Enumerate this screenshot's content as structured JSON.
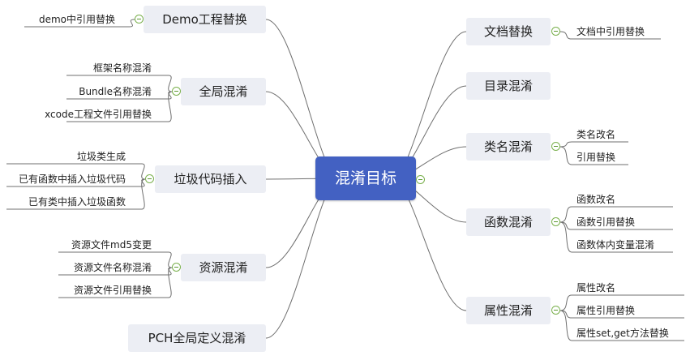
{
  "root": {
    "label": "混淆目标"
  },
  "left_branches": [
    {
      "label": "Demo工程替换",
      "children": [
        "demo中引用替换"
      ]
    },
    {
      "label": "全局混淆",
      "children": [
        "框架名称混淆",
        "Bundle名称混淆",
        "xcode工程文件引用替换"
      ]
    },
    {
      "label": "垃圾代码插入",
      "children": [
        "垃圾类生成",
        "已有函数中插入垃圾代码",
        "已有类中插入垃圾函数"
      ]
    },
    {
      "label": "资源混淆",
      "children": [
        "资源文件md5变更",
        "资源文件名称混淆",
        "资源文件引用替换"
      ]
    },
    {
      "label": "PCH全局定义混淆",
      "children": []
    }
  ],
  "right_branches": [
    {
      "label": "文档替换",
      "children": [
        "文档中引用替换"
      ]
    },
    {
      "label": "目录混淆",
      "children": []
    },
    {
      "label": "类名混淆",
      "children": [
        "类名改名",
        "引用替换"
      ]
    },
    {
      "label": "函数混淆",
      "children": [
        "函数改名",
        "函数引用替换",
        "函数体内变量混淆"
      ]
    },
    {
      "label": "属性混淆",
      "children": [
        "属性改名",
        "属性引用替换",
        "属性set,get方法替换"
      ]
    }
  ],
  "colors": {
    "root_fill": "#4361c2",
    "node_fill": "#eceef4",
    "line": "#6f6f6f",
    "toggle": "#7ab04d"
  },
  "icons": {
    "collapse": "collapse-toggle-icon"
  }
}
